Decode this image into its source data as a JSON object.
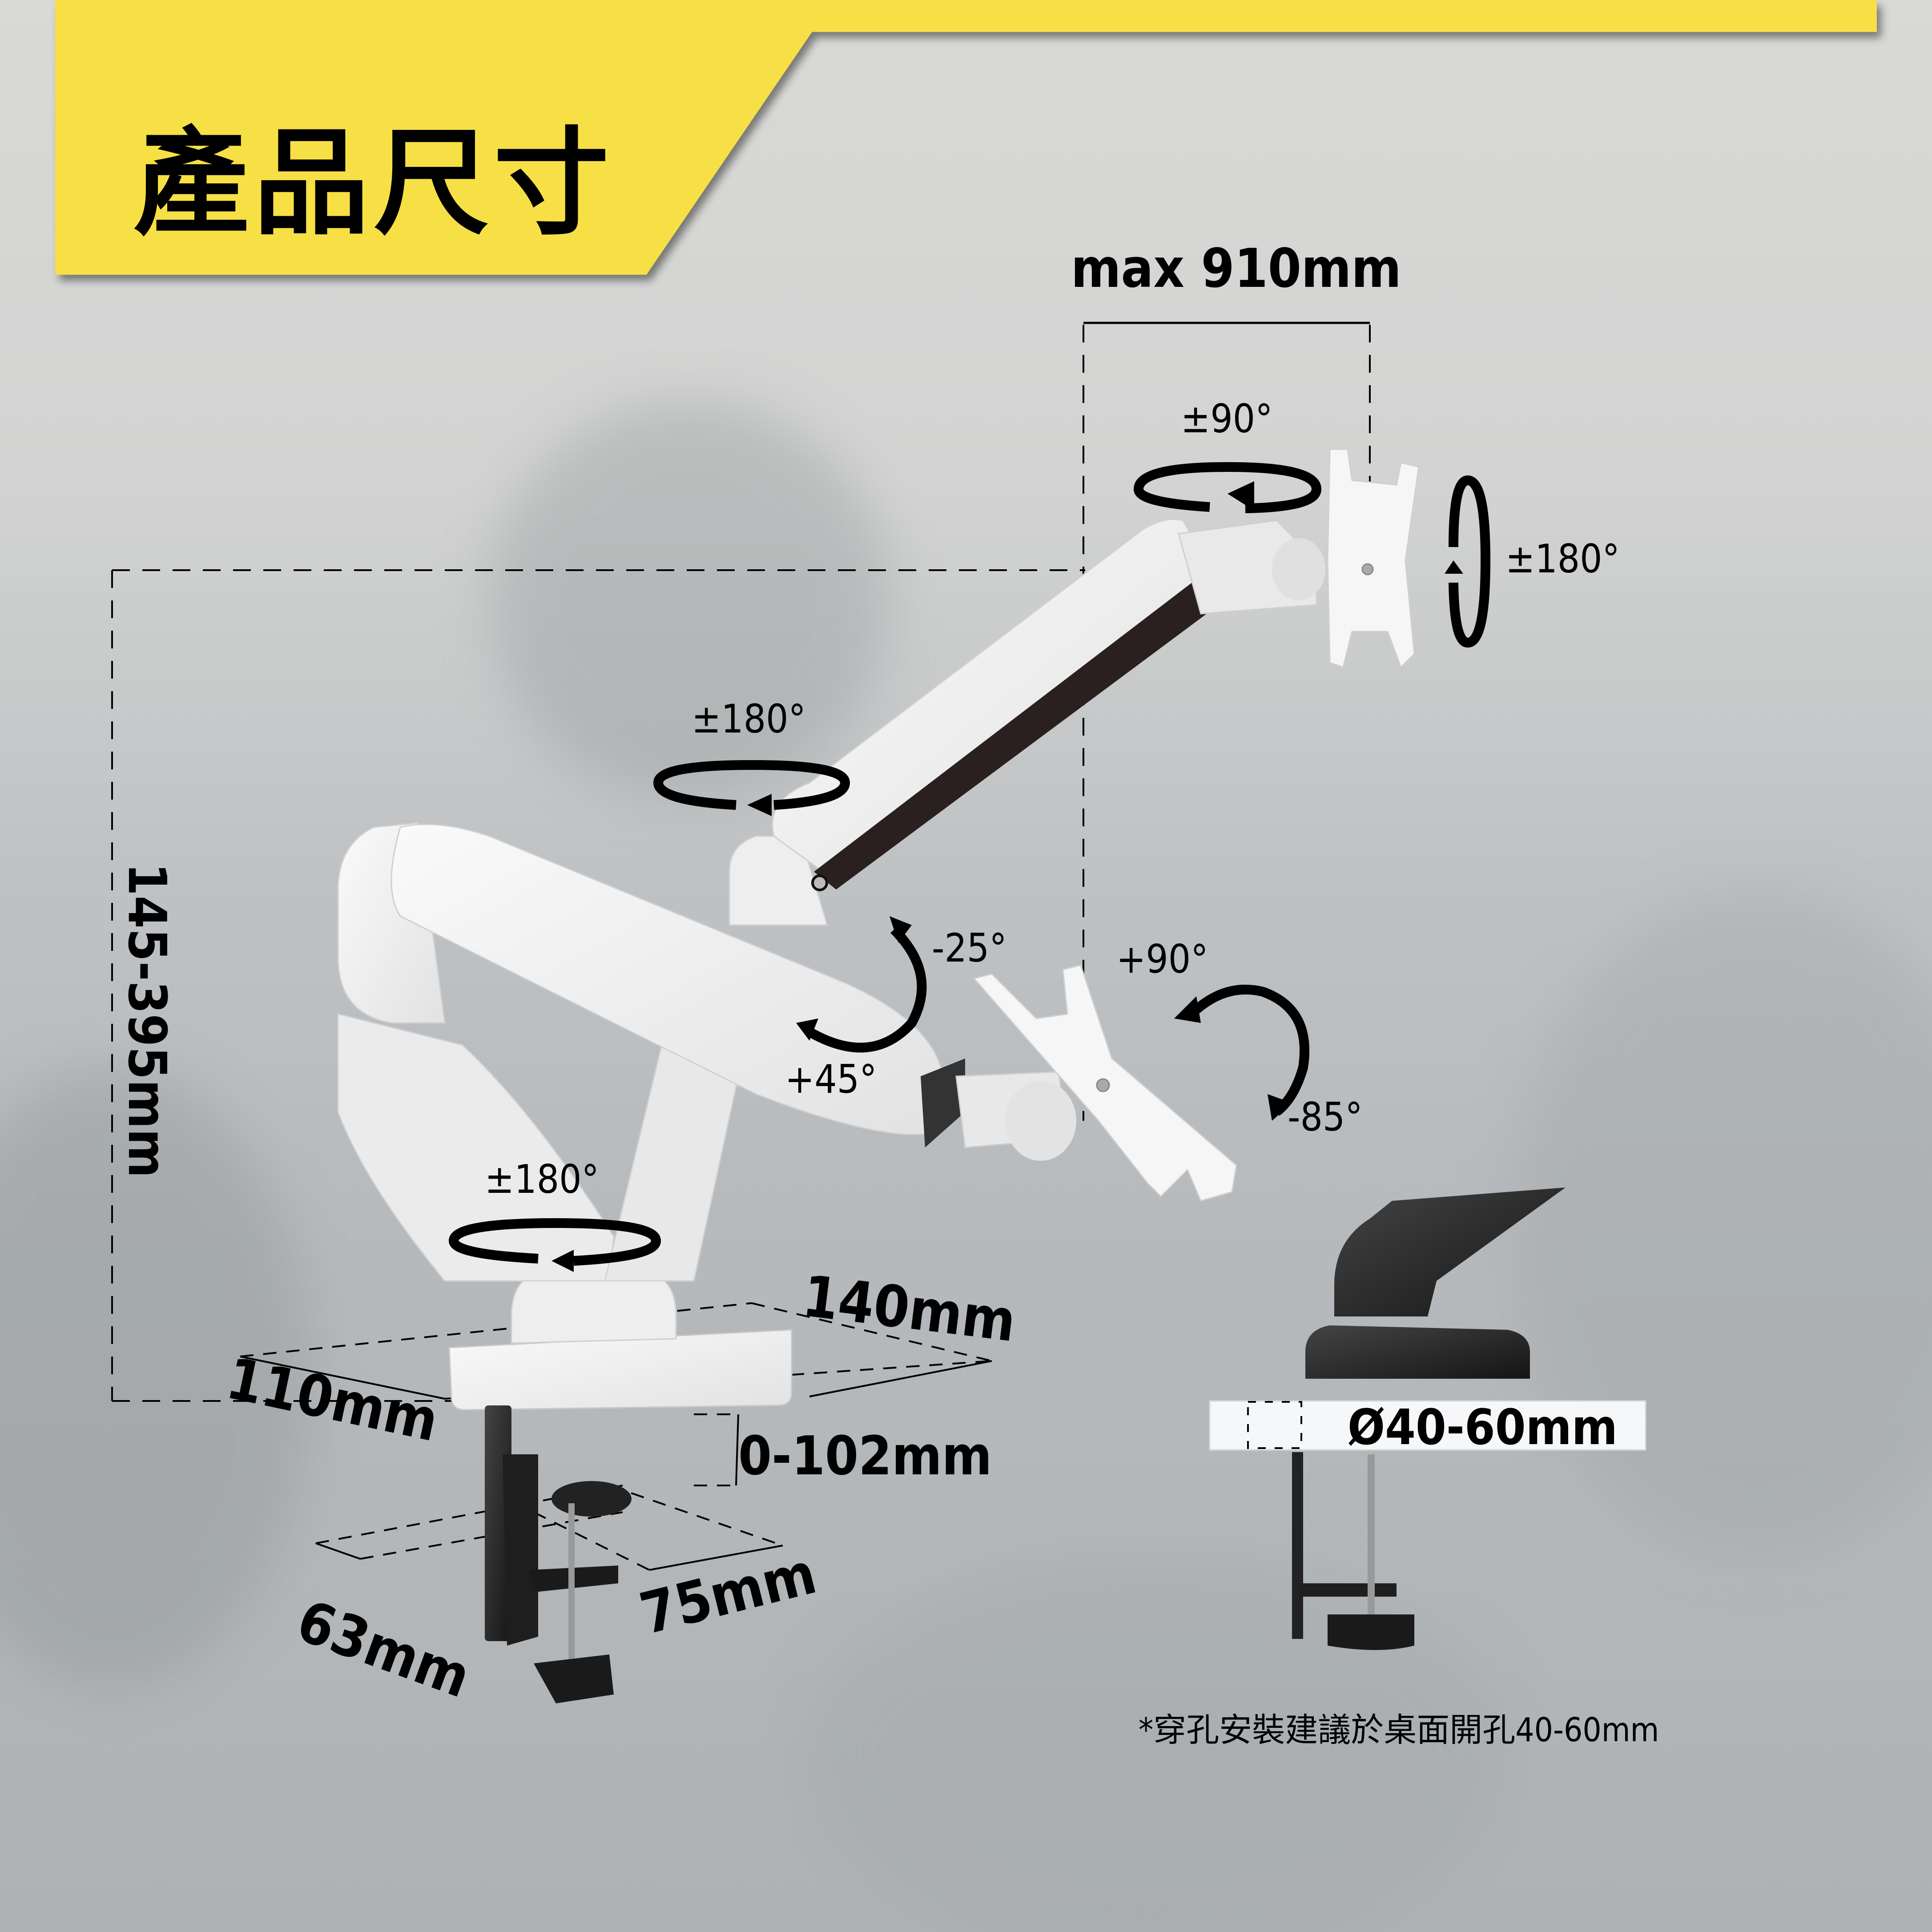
{
  "banner": {
    "title": "產品尺寸",
    "color": "#f7e044"
  },
  "dimensions": {
    "max_reach": "max 910mm",
    "height_range": "145-395mm",
    "base_depth": "140mm",
    "base_width": "110mm",
    "clamp_range": "0-102mm",
    "clamp_depth": "75mm",
    "clamp_width": "63mm",
    "grommet_hole": "Ø40-60mm"
  },
  "rotations": {
    "vesa_swivel": "±90°",
    "vesa_rotate": "±180°",
    "upper_arm_swivel": "±180°",
    "base_swivel": "±180°",
    "tilt_up": "-25°",
    "tilt_down": "+45°",
    "vesa_tilt_up": "+90°",
    "vesa_tilt_down": "-85°"
  },
  "footnote": "*穿孔安裝建議於桌面開孔40-60mm",
  "colors": {
    "accent": "#f7e044",
    "text": "#000000",
    "arm_white": "#f2f2f2",
    "clamp_black": "#222222"
  }
}
